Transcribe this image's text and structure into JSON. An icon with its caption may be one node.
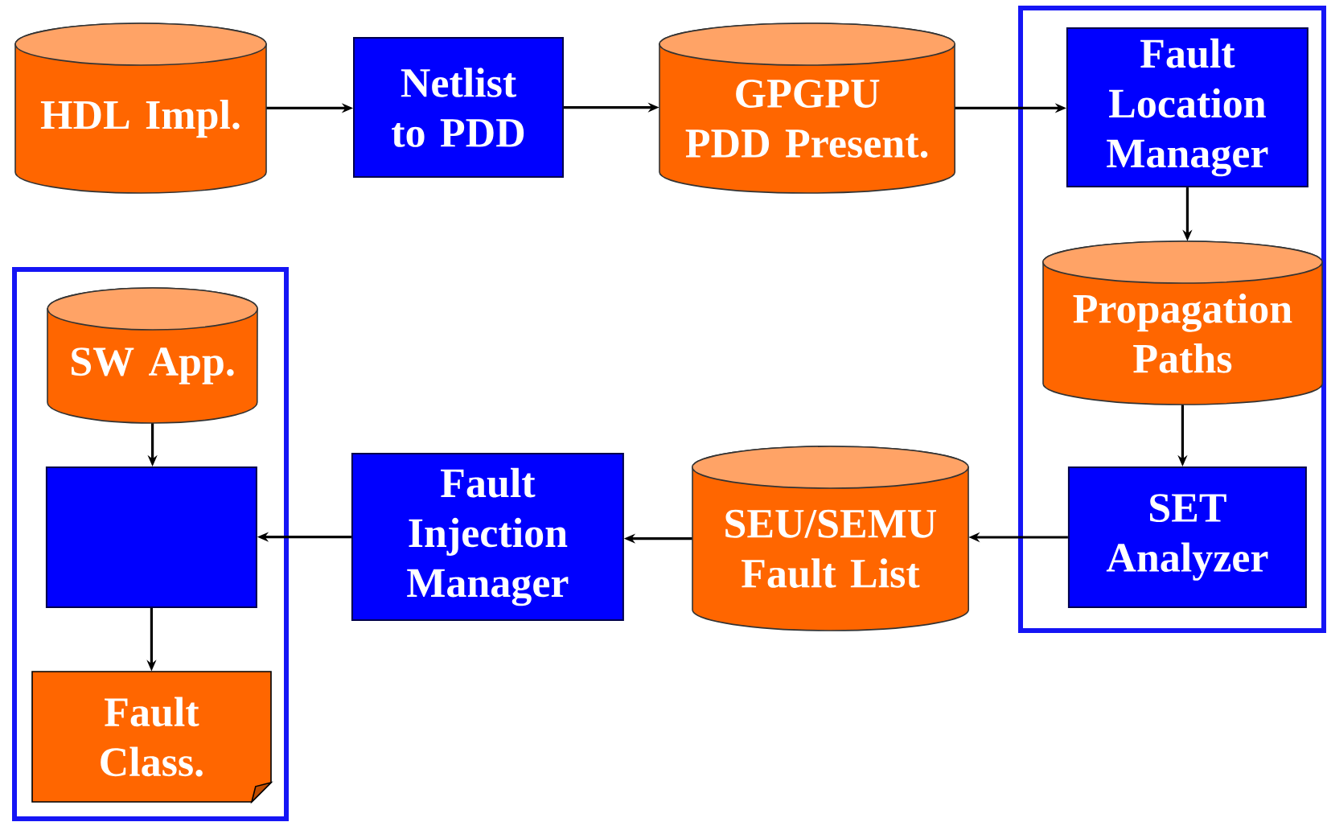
{
  "diagram": {
    "nodes": [
      {
        "text": [
          "HDL Impl."
        ]
      },
      {
        "text": [
          "Netlist to PDD"
        ]
      },
      {
        "text": [
          "GPGPU PDD Present."
        ]
      },
      {
        "text": [],
        "shape": "box"
      },
      {
        "text": [
          "Fault Location Manager"
        ],
        "in": 3
      },
      {
        "text": [
          "Propagation Paths"
        ],
        "in": 3
      },
      {
        "text": [
          "SET Analyzer"
        ],
        "in": 3
      },
      {
        "text": [
          "SEU/SEMU Fault List"
        ]
      },
      {
        "text": [
          "Fault Injection Manager"
        ]
      },
      {
        "text": [],
        "shape": "box"
      },
      {
        "text": [
          "SW App."
        ],
        "in": 9
      },
      {
        "text": [],
        "shape": "box",
        "in": 9
      },
      {
        "text": [
          "Fault Class."
        ],
        "in": 9
      }
    ],
    "edges": [
      {
        "from": 0,
        "to": 1,
        "arrow": "to"
      },
      {
        "from": 1,
        "to": 2,
        "arrow": "to"
      },
      {
        "from": 2,
        "to": 4,
        "arrow": "to"
      },
      {
        "from": 4,
        "to": 5,
        "arrow": "to"
      },
      {
        "from": 5,
        "to": 6,
        "arrow": "to"
      },
      {
        "from": 6,
        "to": 7,
        "arrow": "to"
      },
      {
        "from": 7,
        "to": 8,
        "arrow": "to"
      },
      {
        "from": 8,
        "to": 11,
        "arrow": "to"
      },
      {
        "from": 10,
        "to": 11,
        "arrow": "to"
      },
      {
        "from": 11,
        "to": 12,
        "arrow": "to"
      }
    ]
  }
}
